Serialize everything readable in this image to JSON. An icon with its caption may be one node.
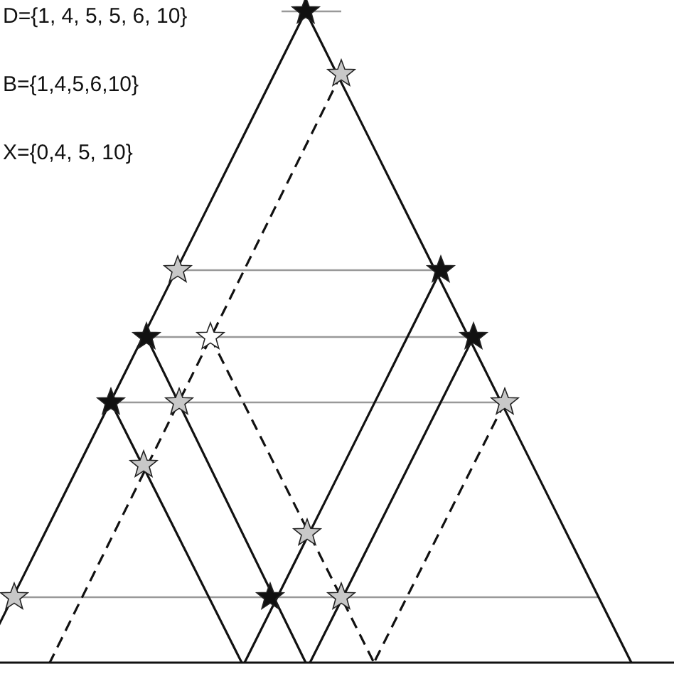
{
  "diagram": {
    "labels": [
      "D={1, 4, 5, 5, 6, 10}",
      "B={1,4,5,6,10}",
      "X={0,4, 5, 10}"
    ]
  }
}
